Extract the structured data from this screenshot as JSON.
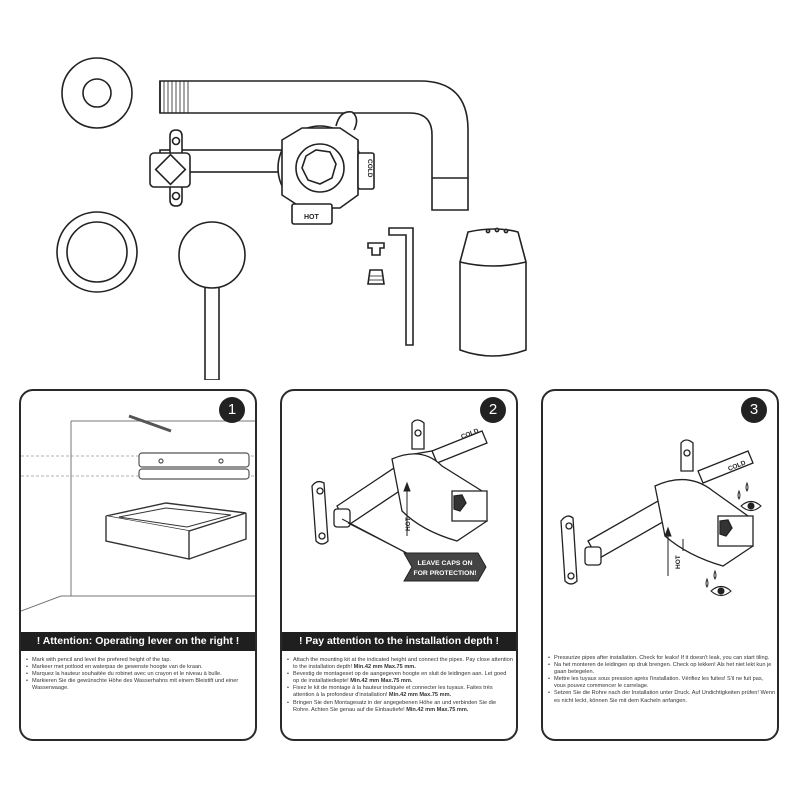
{
  "parts": {
    "hot_label": "HOT",
    "cold_label": "COLD"
  },
  "steps": [
    {
      "number": "1",
      "heading": "! Attention:  Operating lever on the right !",
      "items": [
        {
          "text": "Mark with pencil and level the prefered height of the tap.",
          "bold": ""
        },
        {
          "text": "Markeer met potlood en waterpas de gewenste hoogte van de kraan.",
          "bold": ""
        },
        {
          "text": "Marquez la hauteur souhaitée du robinet avec un crayon et le niveau à bulle.",
          "bold": ""
        },
        {
          "text": "Markieren Sie die gewünschte Höhe des Wasserhahns mit einem Bleistift und einer Wasserwaage.",
          "bold": ""
        }
      ]
    },
    {
      "number": "2",
      "heading": "! Pay attention to the installation depth !",
      "cold_label": "COLD",
      "hot_label": "HOT",
      "callout_line1": "LEAVE CAPS ON",
      "callout_line2": "FOR PROTECTION!",
      "items": [
        {
          "text": "Attach the mounting kit at the indicated height and connect the pipes. Pay close attention to the installation depth! ",
          "bold": "Min.42 mm Max.75 mm."
        },
        {
          "text": "Bevestig de montageset op de aangegeven hoogte en sluit de leidingen aan. Let goed op de installatiediepte! ",
          "bold": "Min.42 mm Max.75 mm."
        },
        {
          "text": "Fixez le kit de montage à la hauteur indiquée et connecter les tuyaux. Faites très attention à la profondeur d'installation! ",
          "bold": "Min.42 mm Max.75 mm."
        },
        {
          "text": "Bringen Sie den Montagesatz in der angegebenen Höhe an und verbinden Sie die Rohre. Achten Sie genau auf die Einbautiefe! ",
          "bold": "Min.42 mm Max.75 mm."
        }
      ]
    },
    {
      "number": "3",
      "cold_label": "COLD",
      "hot_label": "HOT",
      "items": [
        {
          "text": "Pressurize pipes after installation. Check for leaks! If it doesn't leak, you can start tiling.",
          "bold": ""
        },
        {
          "text": "Na het monteren de leidingen op druk brengen. Check op lekken! Als het niet lekt kun je gaan betegelen.",
          "bold": ""
        },
        {
          "text": "Mettre les tuyaux sous pression après l'installation. Vérifiez les fuites! S'il ne fuit pas, vous pouvez commencer le carrelage.",
          "bold": ""
        },
        {
          "text": "Setzen Sie die Rohre nach der Installation unter Druck. Auf Undichtigkeiten prüfen! Wenn es nicht leckt, können Sie mit dem Kacheln anfangen.",
          "bold": ""
        }
      ]
    }
  ]
}
